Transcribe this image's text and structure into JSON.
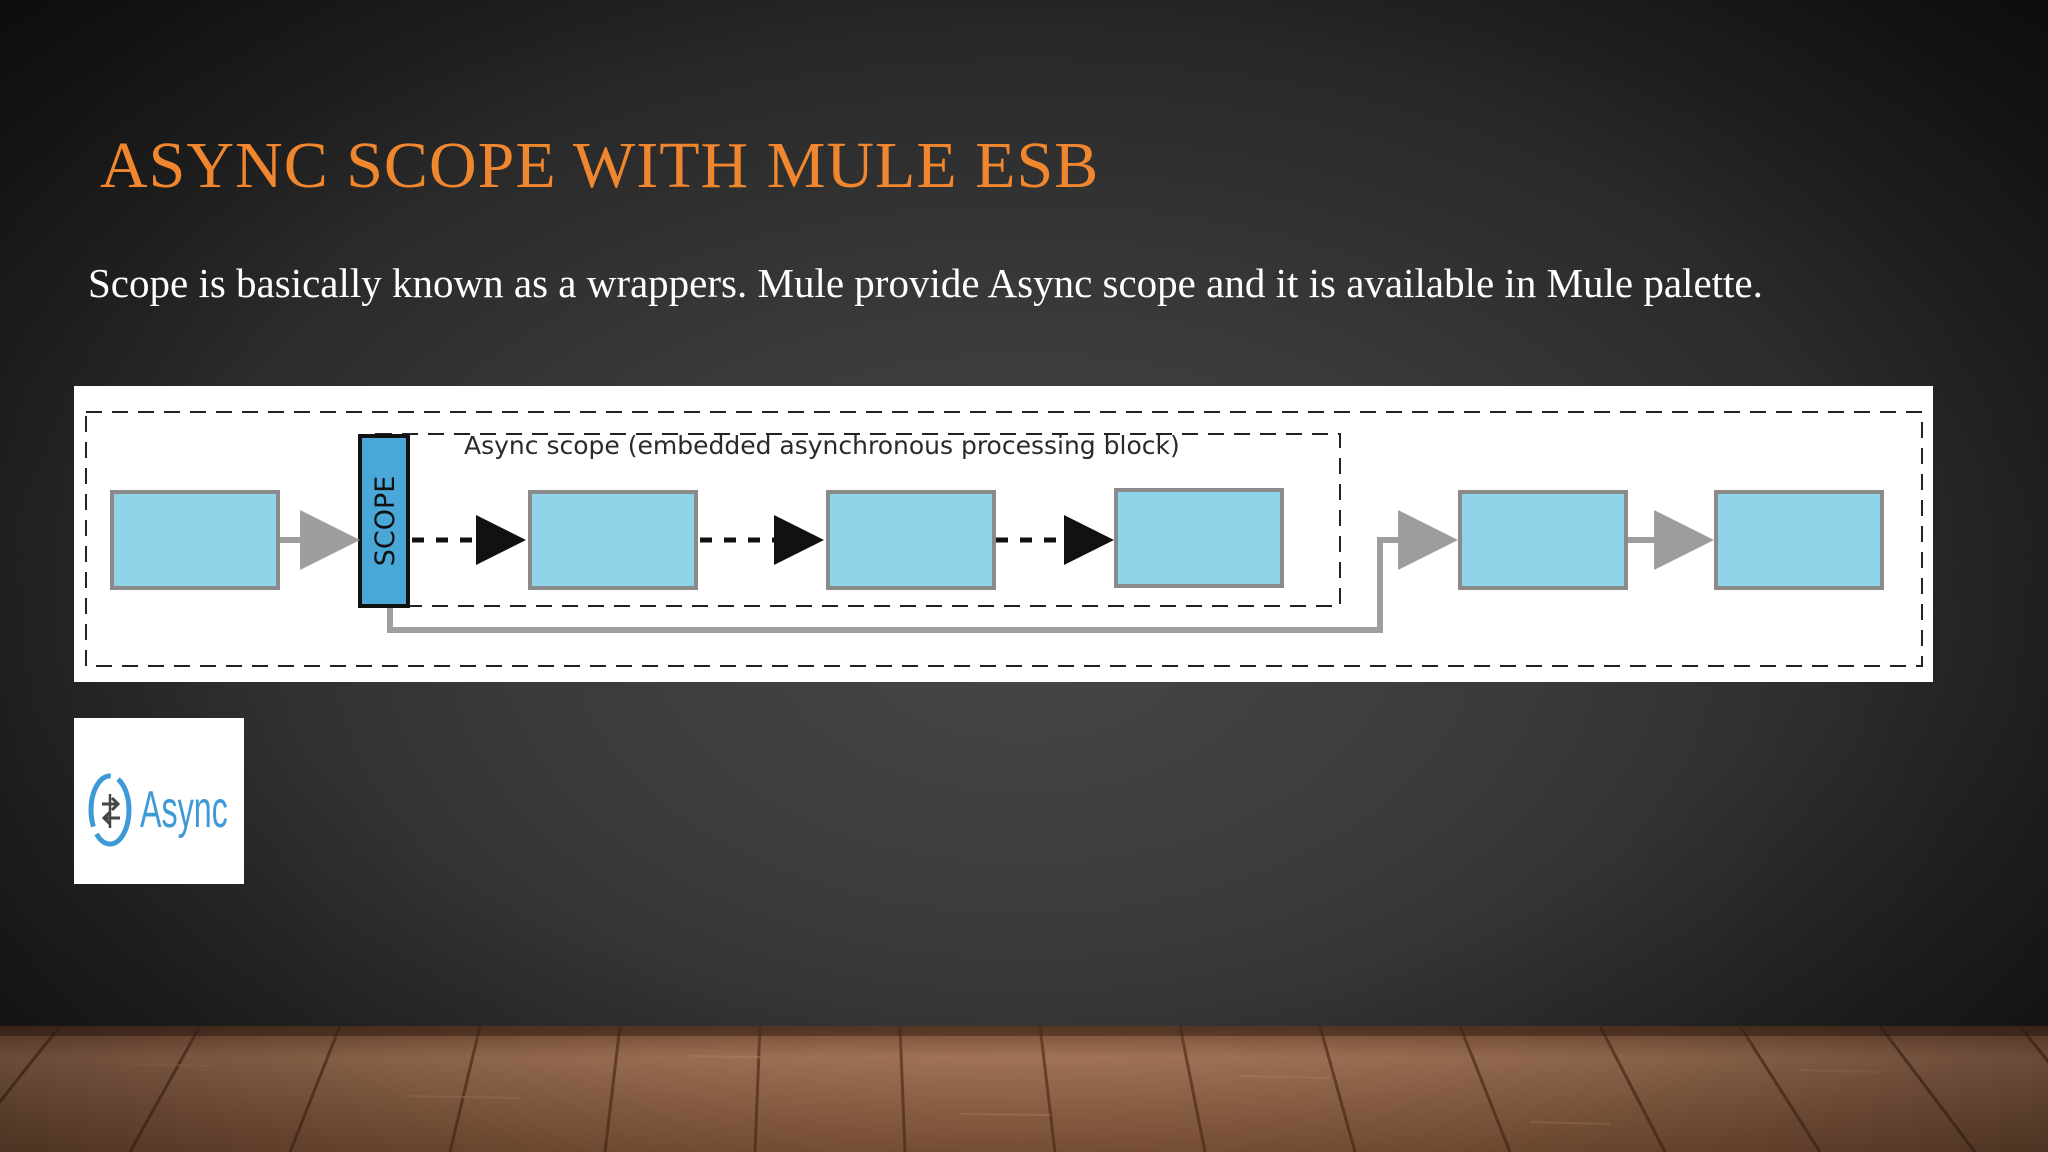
{
  "slide": {
    "title": "ASYNC SCOPE WITH MULE ESB",
    "body": "Scope is basically known as a wrappers. Mule provide Async scope and it is available in Mule palette."
  },
  "diagram": {
    "scope_label": "SCOPE",
    "async_scope_caption": "Async scope (embedded asynchronous processing block)"
  },
  "palette_icon": {
    "label": "Async",
    "icon": "async-scope-icon"
  },
  "colors": {
    "title": "#f0862e",
    "body_text": "#ffffff",
    "processor_fill": "#8fd3e8",
    "scope_bar": "#4aa8d8",
    "arrow_gray": "#9e9e9e",
    "async_icon": "#3d9ad6",
    "floor_wood": "#9b6a4a"
  }
}
